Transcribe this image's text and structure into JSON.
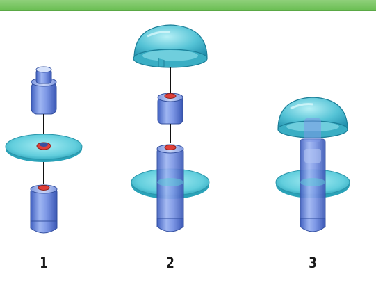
{
  "steps": [
    {
      "label": "1"
    },
    {
      "label": "2"
    },
    {
      "label": "3"
    }
  ],
  "colors": {
    "header_green": "#6cbf55",
    "tube_blue": "#6f8ee0",
    "disc_cyan": "#5ec9d8",
    "cap_teal": "#3fb0c8",
    "ring_red": "#e0403a"
  }
}
